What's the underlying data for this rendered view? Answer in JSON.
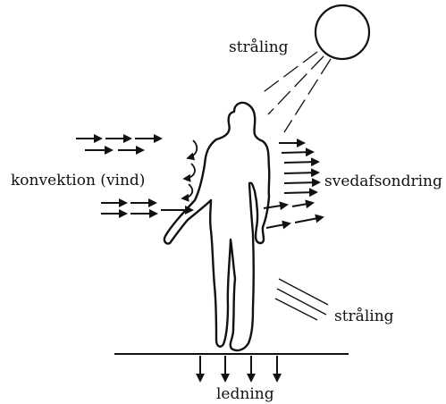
{
  "labels": {
    "radiation_sun": "stråling",
    "convection": "konvektion (vind)",
    "sweating": "svedafsondring",
    "radiation_body": "stråling",
    "conduction": "ledning"
  },
  "icons": {
    "sun": "sun-icon",
    "body": "human-figure-icon"
  },
  "colors": {
    "ink": "#111111",
    "background": "#ffffff"
  }
}
